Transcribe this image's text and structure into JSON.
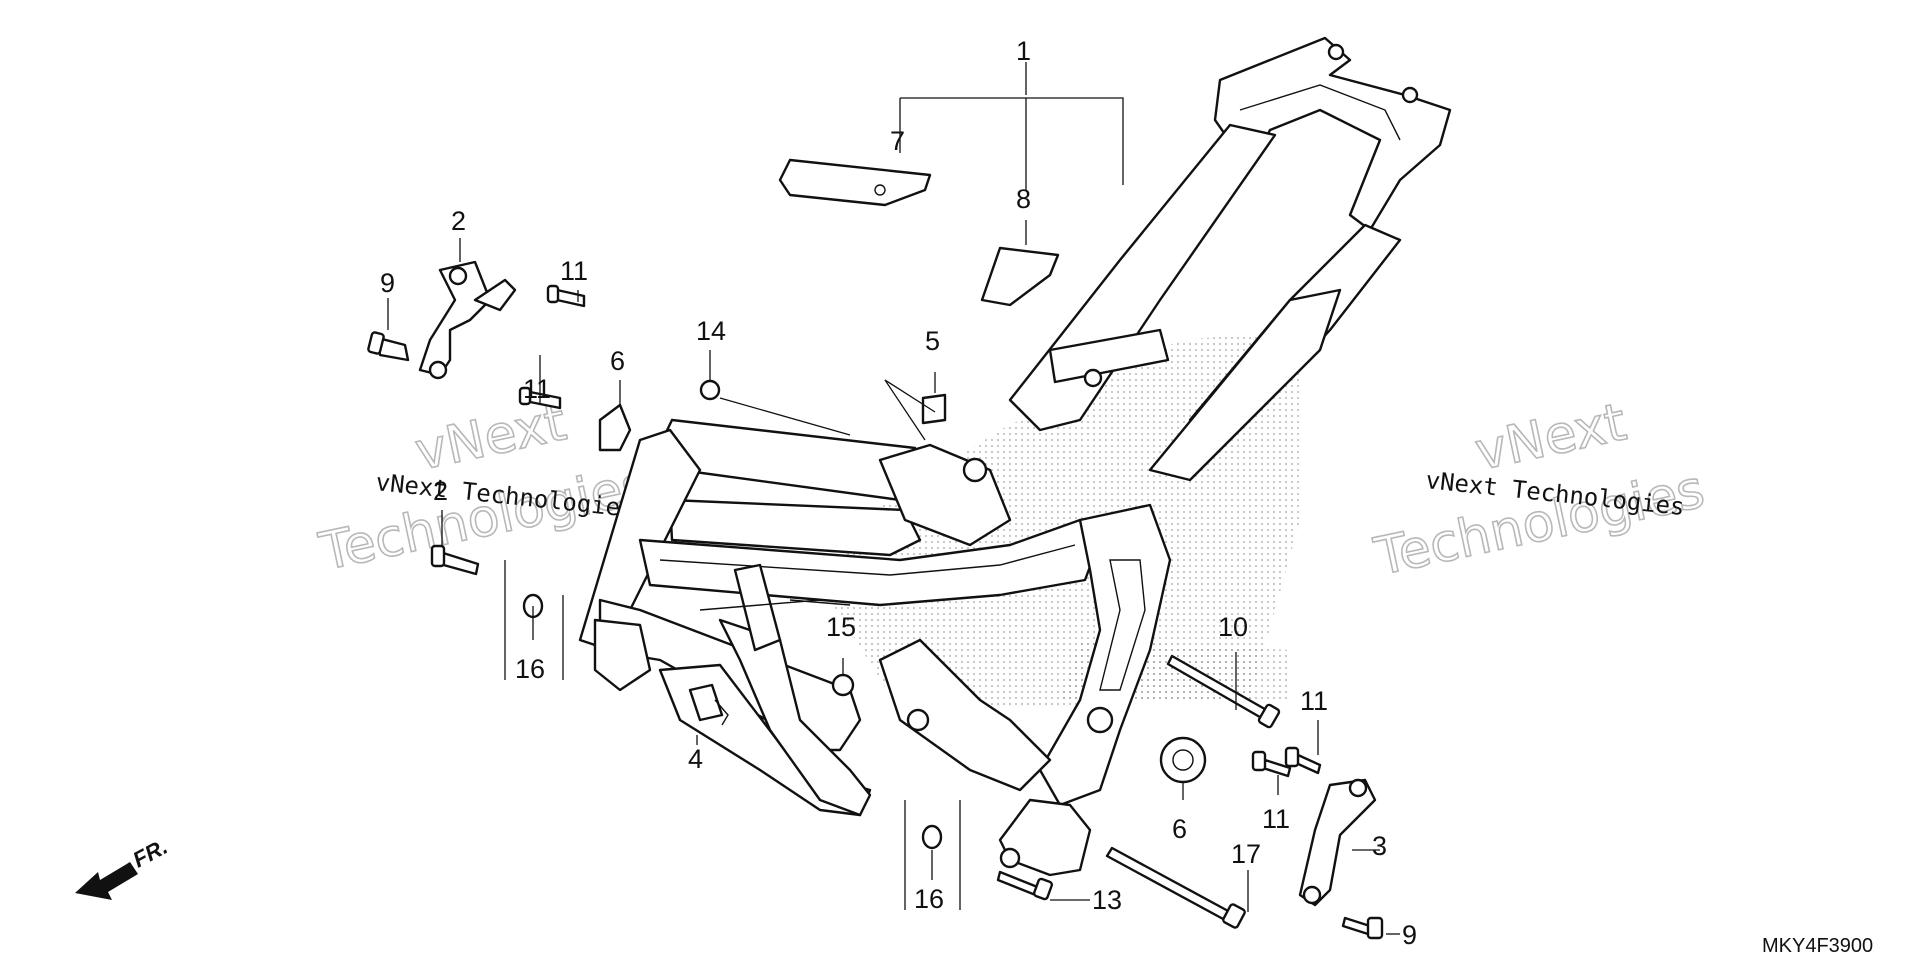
{
  "diagram": {
    "document_code": "MKY4F3900",
    "direction_indicator": "FR.",
    "watermark": {
      "line1": "vNext",
      "line2": "Technologies",
      "text": "vNext Technologies"
    },
    "callouts": [
      "1",
      "2",
      "2",
      "3",
      "4",
      "5",
      "6",
      "6",
      "7",
      "8",
      "9",
      "9",
      "10",
      "11",
      "11",
      "11",
      "11",
      "13",
      "14",
      "15",
      "16",
      "16",
      "17"
    ]
  }
}
